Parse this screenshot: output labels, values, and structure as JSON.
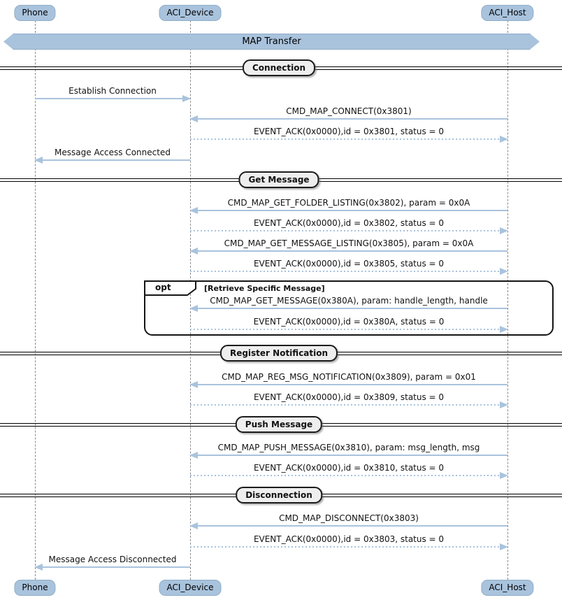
{
  "diagram": {
    "banner": {
      "label": "MAP Transfer"
    },
    "participants": [
      {
        "name": "Phone"
      },
      {
        "name": "ACI_Device"
      },
      {
        "name": "ACI_Host"
      }
    ],
    "sections": [
      {
        "label": "Connection"
      },
      {
        "label": "Get Message"
      },
      {
        "label": "Register Notification"
      },
      {
        "label": "Push Message"
      },
      {
        "label": "Disconnection"
      }
    ],
    "opt": {
      "keyword": "opt",
      "guard": "[Retrieve Specific Message]"
    },
    "messages": [
      {
        "from": "Phone",
        "to": "ACI_Device",
        "line": "solid",
        "text": "Establish Connection"
      },
      {
        "from": "ACI_Host",
        "to": "ACI_Device",
        "line": "solid",
        "text": "CMD_MAP_CONNECT(0x3801)"
      },
      {
        "from": "ACI_Device",
        "to": "ACI_Host",
        "line": "dotted",
        "text": "EVENT_ACK(0x0000),id = 0x3801, status = 0"
      },
      {
        "from": "ACI_Device",
        "to": "Phone",
        "line": "solid",
        "text": "Message Access Connected"
      },
      {
        "from": "ACI_Host",
        "to": "ACI_Device",
        "line": "solid",
        "text": "CMD_MAP_GET_FOLDER_LISTING(0x3802), param = 0x0A"
      },
      {
        "from": "ACI_Device",
        "to": "ACI_Host",
        "line": "dotted",
        "text": "EVENT_ACK(0x0000),id = 0x3802, status = 0"
      },
      {
        "from": "ACI_Host",
        "to": "ACI_Device",
        "line": "solid",
        "text": "CMD_MAP_GET_MESSAGE_LISTING(0x3805), param = 0x0A"
      },
      {
        "from": "ACI_Device",
        "to": "ACI_Host",
        "line": "dotted",
        "text": "EVENT_ACK(0x0000),id = 0x3805, status = 0"
      },
      {
        "from": "ACI_Host",
        "to": "ACI_Device",
        "line": "solid",
        "text": "CMD_MAP_GET_MESSAGE(0x380A), param: handle_length, handle"
      },
      {
        "from": "ACI_Device",
        "to": "ACI_Host",
        "line": "dotted",
        "text": "EVENT_ACK(0x0000),id = 0x380A, status = 0"
      },
      {
        "from": "ACI_Host",
        "to": "ACI_Device",
        "line": "solid",
        "text": "CMD_MAP_REG_MSG_NOTIFICATION(0x3809), param = 0x01"
      },
      {
        "from": "ACI_Device",
        "to": "ACI_Host",
        "line": "dotted",
        "text": "EVENT_ACK(0x0000),id = 0x3809, status = 0"
      },
      {
        "from": "ACI_Host",
        "to": "ACI_Device",
        "line": "solid",
        "text": "CMD_MAP_PUSH_MESSAGE(0x3810), param: msg_length, msg"
      },
      {
        "from": "ACI_Device",
        "to": "ACI_Host",
        "line": "dotted",
        "text": "EVENT_ACK(0x0000),id = 0x3810, status = 0"
      },
      {
        "from": "ACI_Host",
        "to": "ACI_Device",
        "line": "solid",
        "text": "CMD_MAP_DISCONNECT(0x3803)"
      },
      {
        "from": "ACI_Device",
        "to": "ACI_Host",
        "line": "dotted",
        "text": "EVENT_ACK(0x0000),id = 0x3803, status = 0"
      },
      {
        "from": "ACI_Device",
        "to": "Phone",
        "line": "solid",
        "text": "Message Access Disconnected"
      }
    ],
    "colors": {
      "accent_blue": "#a9c3dd",
      "divider_label_fill": "#eeeeee",
      "frame_border": "#151515",
      "lifeline_gray": "#8a8a8a",
      "text": "#111111"
    }
  }
}
